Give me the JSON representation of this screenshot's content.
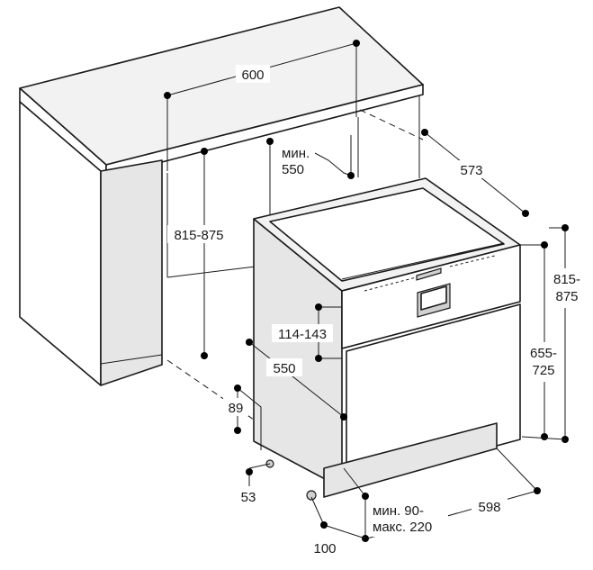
{
  "dimensions": {
    "countertop_width": "600",
    "niche_depth_label": "мин.",
    "niche_depth_value": "550",
    "countertop_depth": "573",
    "niche_height": "815-875",
    "appliance_total_height_top": "815-",
    "appliance_total_height_bottom": "875",
    "panel_height": "114-143",
    "appliance_depth": "550",
    "door_height_top": "655-",
    "door_height_bottom": "725",
    "foot_height": "89",
    "plinth_offset": "53",
    "plinth_height_line1": "мин. 90-",
    "plinth_height_line2": "макс. 220",
    "appliance_width": "598",
    "foot_depth": "100"
  }
}
